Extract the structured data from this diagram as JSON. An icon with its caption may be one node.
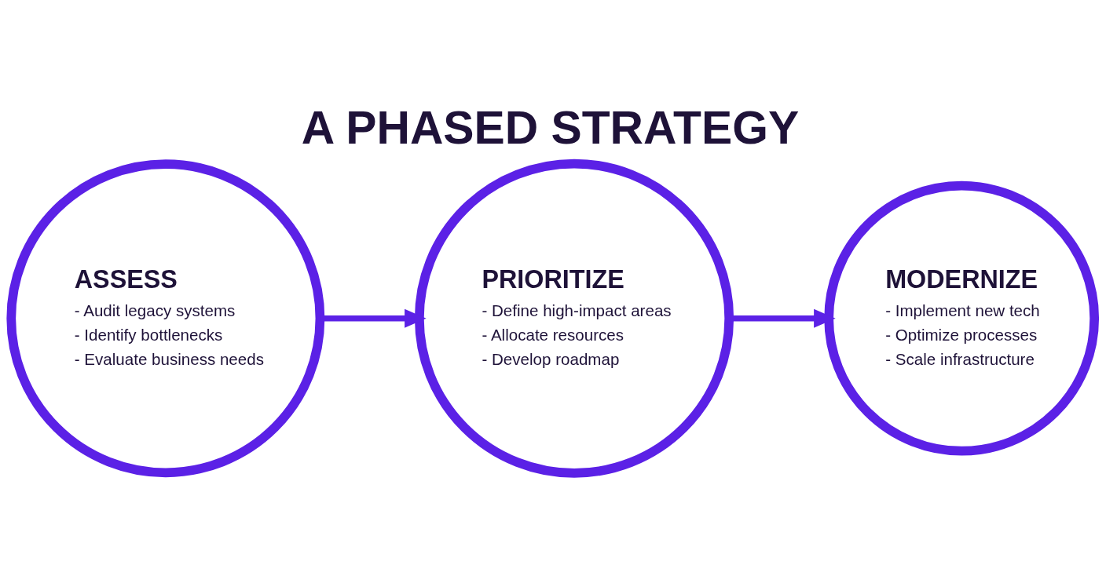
{
  "diagram": {
    "title": "A PHASED STRATEGY",
    "nodes": [
      {
        "text": [
          "ASSESS",
          "- Audit legacy systems",
          "- Identify bottlenecks",
          "- Evaluate business needs"
        ]
      },
      {
        "text": [
          "PRIORITIZE",
          "- Define high-impact areas",
          "- Allocate resources",
          "- Develop roadmap"
        ]
      },
      {
        "text": [
          "MODERNIZE",
          "- Implement new tech",
          "- Optimize processes",
          "- Scale infrastructure"
        ]
      }
    ],
    "edges": [
      {
        "from": 0,
        "to": 1,
        "arrow": "to"
      },
      {
        "from": 1,
        "to": 2,
        "arrow": "to"
      }
    ]
  }
}
